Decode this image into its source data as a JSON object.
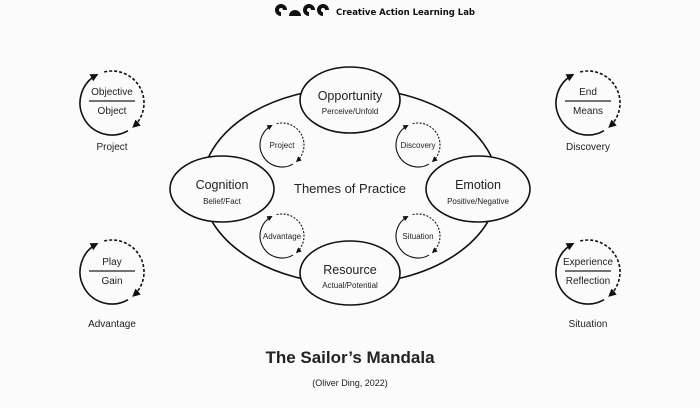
{
  "header": {
    "logo_mark": "CALL",
    "lab_name": "Creative Action Learning Lab"
  },
  "center": {
    "label": "Themes of Practice"
  },
  "nodes": {
    "opportunity": {
      "title": "Opportunity",
      "sub": "Perceive/Unfold"
    },
    "cognition": {
      "title": "Cognition",
      "sub": "Belief/Fact"
    },
    "emotion": {
      "title": "Emotion",
      "sub": "Positive/Negative"
    },
    "resource": {
      "title": "Resource",
      "sub": "Actual/Potential"
    }
  },
  "inner_cycles": [
    "Project",
    "Discovery",
    "Advantage",
    "Situation"
  ],
  "side_cycles": [
    {
      "top": "Objective",
      "bottom": "Object",
      "label": "Project"
    },
    {
      "top": "End",
      "bottom": "Means",
      "label": "Discovery"
    },
    {
      "top": "Play",
      "bottom": "Gain",
      "label": "Advantage"
    },
    {
      "top": "Experience",
      "bottom": "Reflection",
      "label": "Situation"
    }
  ],
  "footer": {
    "title": "The Sailor’s Mandala",
    "credit": "(Oliver Ding, 2022)"
  },
  "colors": {
    "stroke": "#111111",
    "background": "#fbfbfb"
  }
}
